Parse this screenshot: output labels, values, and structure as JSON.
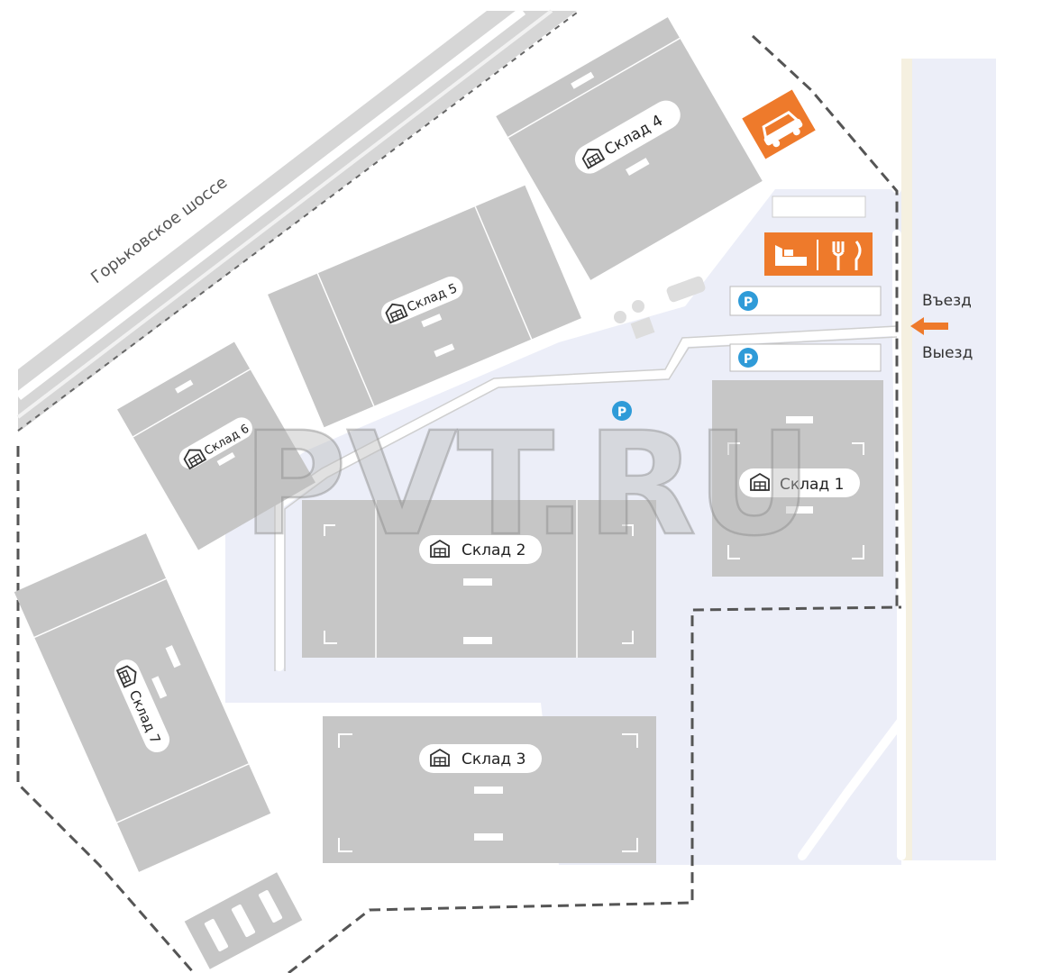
{
  "road": {
    "name": "Горьковское шоссе"
  },
  "gate": {
    "entry_label": "Въезд",
    "exit_label": "Выезд"
  },
  "warehouses": [
    {
      "id": "1",
      "label": "Склад 1"
    },
    {
      "id": "2",
      "label": "Склад 2"
    },
    {
      "id": "3",
      "label": "Склад 3"
    },
    {
      "id": "4",
      "label": "Склад 4"
    },
    {
      "id": "5",
      "label": "Склад 5"
    },
    {
      "id": "6",
      "label": "Склад 6"
    },
    {
      "id": "7",
      "label": "Склад 7"
    }
  ],
  "parking": {
    "symbol": "P"
  },
  "watermark": {
    "text": "PVT.RU"
  },
  "icons": [
    "car-service-icon",
    "hotel-bed-icon",
    "restaurant-icon",
    "parking-icon",
    "warehouse-icon",
    "arrow-left-icon"
  ],
  "colors": {
    "building": "#c6c6c6",
    "ground": "#eceef8",
    "road": "#d9d9d9",
    "accent_orange": "#ee7a2b",
    "parking_blue": "#2f9bd8",
    "fence": "#555555"
  }
}
